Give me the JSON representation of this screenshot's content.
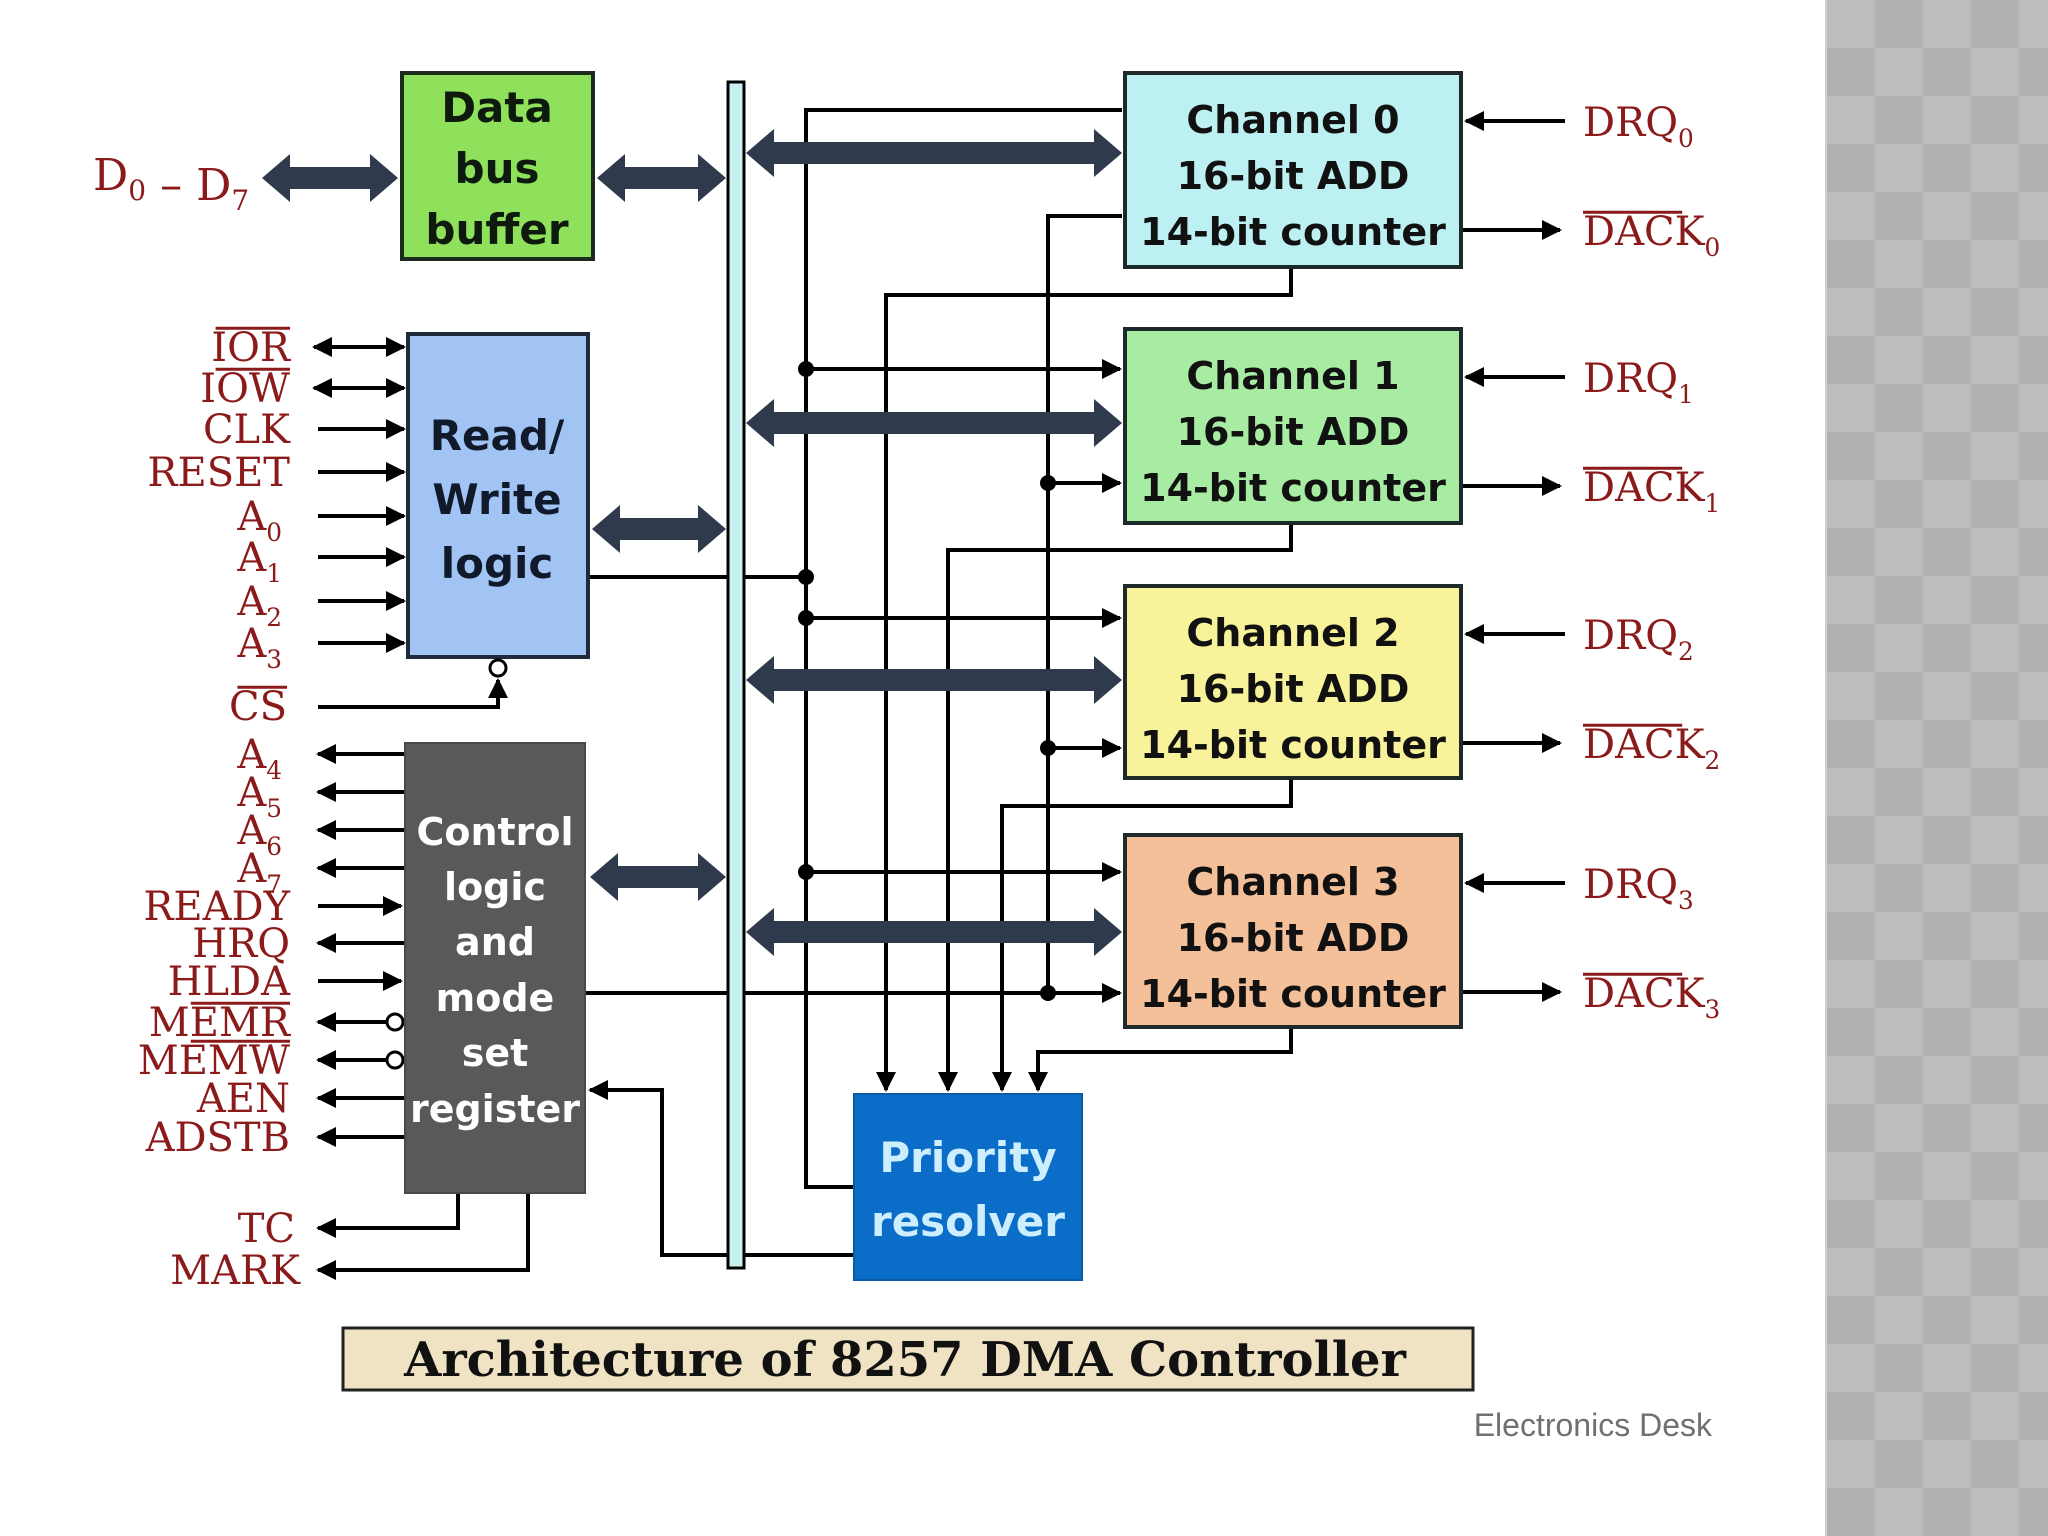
{
  "diagram": {
    "caption": "Architecture of 8257 DMA Controller",
    "credit": "Electronics Desk",
    "colors": {
      "data_bus_buffer": "#8fe05a",
      "read_write_logic": "#a2c4f5",
      "control_logic": "#595959",
      "internal_bus": "#c8f0f0",
      "channel_0": "#bdf0f2",
      "channel_1": "#a8eca4",
      "channel_2": "#f8f29a",
      "channel_3": "#f4c09a",
      "priority_resolver": "#0a6ec8",
      "signal_text": "#8b1a1a",
      "fat_arrow": "#2f3b4c",
      "caption_bg": "#efe3c4"
    },
    "blocks": {
      "data_bus_buffer": [
        "Data",
        "bus",
        "buffer"
      ],
      "read_write_logic": [
        "Read/",
        "Write",
        "logic"
      ],
      "control_logic": [
        "Control",
        "logic",
        "and",
        "mode",
        "set",
        "register"
      ],
      "priority_resolver": [
        "Priority",
        "resolver"
      ]
    },
    "channels": [
      {
        "title": "Channel 0",
        "line2": "16-bit ADD",
        "line3": "14-bit counter",
        "drq": "DRQ",
        "dack": "DACK",
        "index": "0"
      },
      {
        "title": "Channel 1",
        "line2": "16-bit ADD",
        "line3": "14-bit counter",
        "drq": "DRQ",
        "dack": "DACK",
        "index": "1"
      },
      {
        "title": "Channel 2",
        "line2": "16-bit ADD",
        "line3": "14-bit counter",
        "drq": "DRQ",
        "dack": "DACK",
        "index": "2"
      },
      {
        "title": "Channel 3",
        "line2": "16-bit ADD",
        "line3": "14-bit counter",
        "drq": "DRQ",
        "dack": "DACK",
        "index": "3"
      }
    ],
    "data_bus_signal": {
      "base1": "D",
      "sub1": "0",
      "dash": " – ",
      "base2": "D",
      "sub2": "7"
    },
    "read_write_signals": [
      {
        "base": "IOR",
        "sub": "",
        "overbar": true,
        "direction": "bidirectional"
      },
      {
        "base": "IOW",
        "sub": "",
        "overbar": true,
        "direction": "bidirectional"
      },
      {
        "base": "CLK",
        "sub": "",
        "overbar": false,
        "direction": "input"
      },
      {
        "base": "RESET",
        "sub": "",
        "overbar": false,
        "direction": "input"
      },
      {
        "base": "A",
        "sub": "0",
        "overbar": false,
        "direction": "input"
      },
      {
        "base": "A",
        "sub": "1",
        "overbar": false,
        "direction": "input"
      },
      {
        "base": "A",
        "sub": "2",
        "overbar": false,
        "direction": "input"
      },
      {
        "base": "A",
        "sub": "3",
        "overbar": false,
        "direction": "input"
      },
      {
        "base": "CS",
        "sub": "",
        "overbar": true,
        "direction": "input"
      }
    ],
    "control_signals": [
      {
        "base": "A",
        "sub": "4",
        "overbar": false,
        "direction": "output"
      },
      {
        "base": "A",
        "sub": "5",
        "overbar": false,
        "direction": "output"
      },
      {
        "base": "A",
        "sub": "6",
        "overbar": false,
        "direction": "output"
      },
      {
        "base": "A",
        "sub": "7",
        "overbar": false,
        "direction": "output"
      },
      {
        "base": "READY",
        "sub": "",
        "overbar": false,
        "direction": "input"
      },
      {
        "base": "HRQ",
        "sub": "",
        "overbar": false,
        "direction": "output"
      },
      {
        "base": "HLDA",
        "sub": "",
        "overbar": false,
        "direction": "input"
      },
      {
        "base": "MEMR",
        "sub": "",
        "overbar": true,
        "direction": "output-inverted"
      },
      {
        "base": "MEMW",
        "sub": "",
        "overbar": true,
        "direction": "output-inverted"
      },
      {
        "base": "AEN",
        "sub": "",
        "overbar": false,
        "direction": "output"
      },
      {
        "base": "ADSTB",
        "sub": "",
        "overbar": false,
        "direction": "output"
      },
      {
        "base": "TC",
        "sub": "",
        "overbar": false,
        "direction": "output"
      },
      {
        "base": "MARK",
        "sub": "",
        "overbar": false,
        "direction": "output"
      }
    ]
  }
}
